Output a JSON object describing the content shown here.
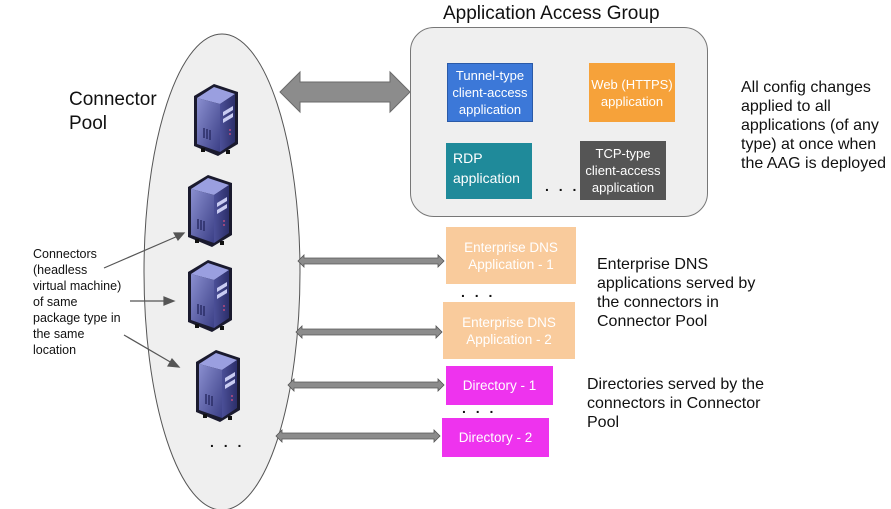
{
  "aag": {
    "title": "Application Access Group",
    "apps": [
      {
        "label": "Tunnel-type client-access application",
        "color": "#3c78d8"
      },
      {
        "label": "Web (HTTPS) application",
        "color": "#f6a23a"
      },
      {
        "label": "RDP application",
        "color": "#1f8a9a"
      },
      {
        "label": "TCP-type client-access application",
        "color": "#555555"
      }
    ],
    "ellipsis": ". . .",
    "note": "All config changes applied to all applications (of any type) at once when the AAG is deployed"
  },
  "pool": {
    "title": "Connector Pool",
    "connectors_note": "Connectors (headless virtual machine) of same package type in the same location",
    "ellipsis": ". . .",
    "connector_icon": "server-icon"
  },
  "dns": {
    "apps": [
      {
        "label": "Enterprise DNS Application - 1",
        "color": "#f9cb9c"
      },
      {
        "label": "Enterprise DNS Application - 2",
        "color": "#f9cb9c"
      }
    ],
    "ellipsis": ". . .",
    "note": "Enterprise DNS applications served by the connectors in Connector Pool"
  },
  "directories": {
    "items": [
      {
        "label": "Directory - 1",
        "color": "#ee33ee"
      },
      {
        "label": "Directory - 2",
        "color": "#ee33ee"
      }
    ],
    "ellipsis": ". . .",
    "note": "Directories served by the connectors in Connector Pool"
  },
  "colors": {
    "pool_fill": "#efefef",
    "arrow": "#8c8c8c"
  }
}
